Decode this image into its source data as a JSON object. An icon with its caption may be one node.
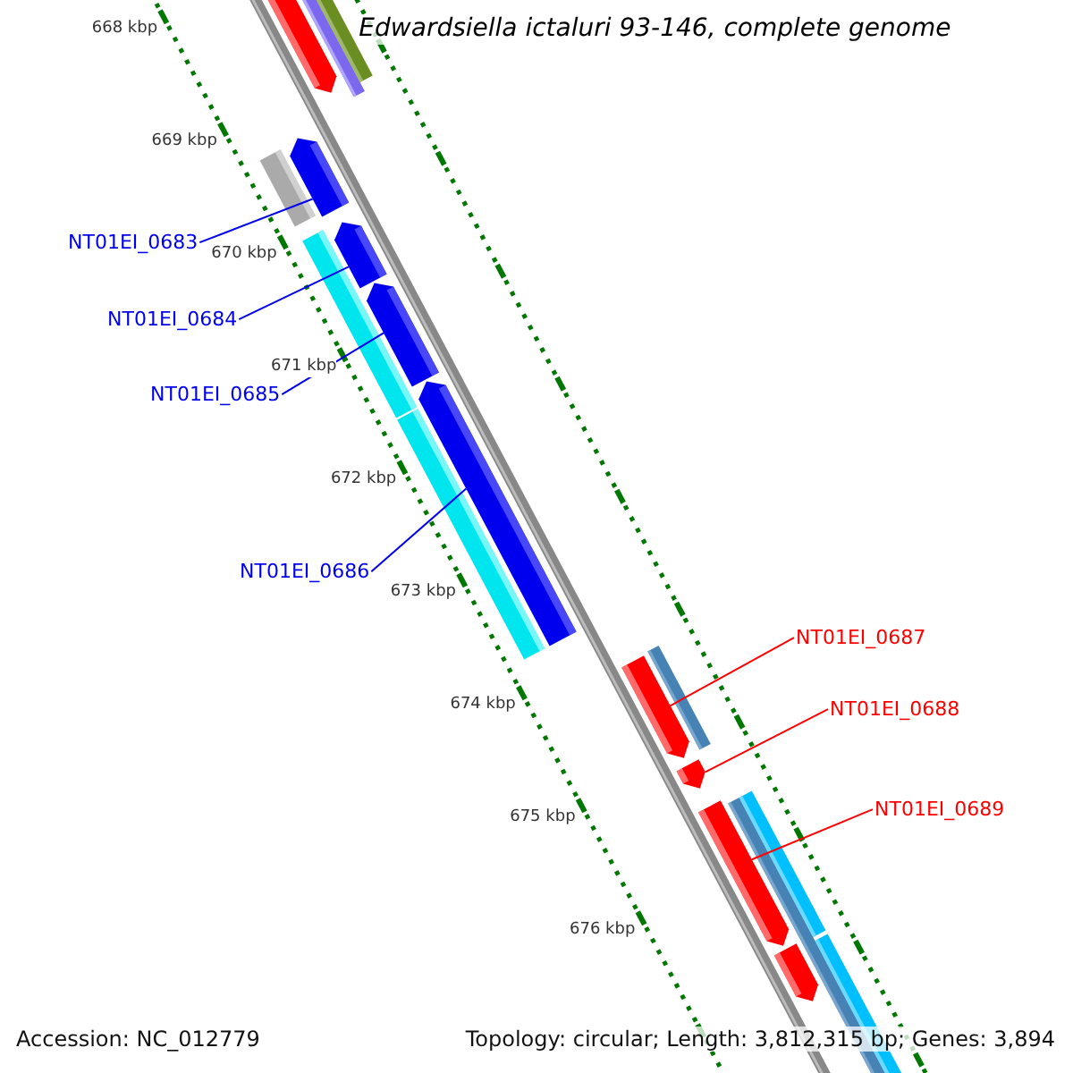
{
  "diagram": {
    "title": "Edwardsiella ictaluri 93-146, complete genome",
    "nodes": [
      {
        "text": [
          "NT01EI_0683"
        ]
      },
      {
        "text": [
          "NT01EI_0684"
        ]
      },
      {
        "text": [
          "NT01EI_0685"
        ]
      },
      {
        "text": [
          "NT01EI_0686"
        ]
      },
      {
        "text": [
          "NT01EI_0687"
        ]
      },
      {
        "text": [
          "NT01EI_0688"
        ]
      },
      {
        "text": [
          "NT01EI_0689"
        ]
      },
      {
        "text": [],
        "shape": "arrow"
      },
      {
        "text": [],
        "shape": "arrow"
      },
      {
        "text": [],
        "shape": "arrow"
      },
      {
        "text": [],
        "shape": "arrow"
      },
      {
        "text": [],
        "shape": "arrow"
      },
      {
        "text": [],
        "shape": "arrow"
      },
      {
        "text": [],
        "shape": "arrow"
      },
      {
        "text": [],
        "shape": "arrow"
      },
      {
        "text": [],
        "shape": "arrow"
      }
    ],
    "edges": [
      {
        "from": 0,
        "to": 8,
        "arrow": "none"
      },
      {
        "from": 1,
        "to": 9,
        "arrow": "none"
      },
      {
        "from": 2,
        "to": 10,
        "arrow": "none"
      },
      {
        "from": 3,
        "to": 11,
        "arrow": "none"
      },
      {
        "from": 4,
        "to": 12,
        "arrow": "none",
        "color": "#ff0000"
      },
      {
        "from": 5,
        "to": 13,
        "arrow": "none",
        "color": "#ff0000"
      },
      {
        "from": 6,
        "to": 14,
        "arrow": "none",
        "color": "#ff0000"
      }
    ],
    "labels": [
      "668 kbp",
      "669 kbp",
      "670 kbp",
      "671 kbp",
      "672 kbp",
      "673 kbp",
      "674 kbp",
      "675 kbp",
      "676 kbp",
      "Accession: NC_012779",
      "Topology: circular; Length: 3,812,315 bp; Genes: 3,894"
    ]
  }
}
